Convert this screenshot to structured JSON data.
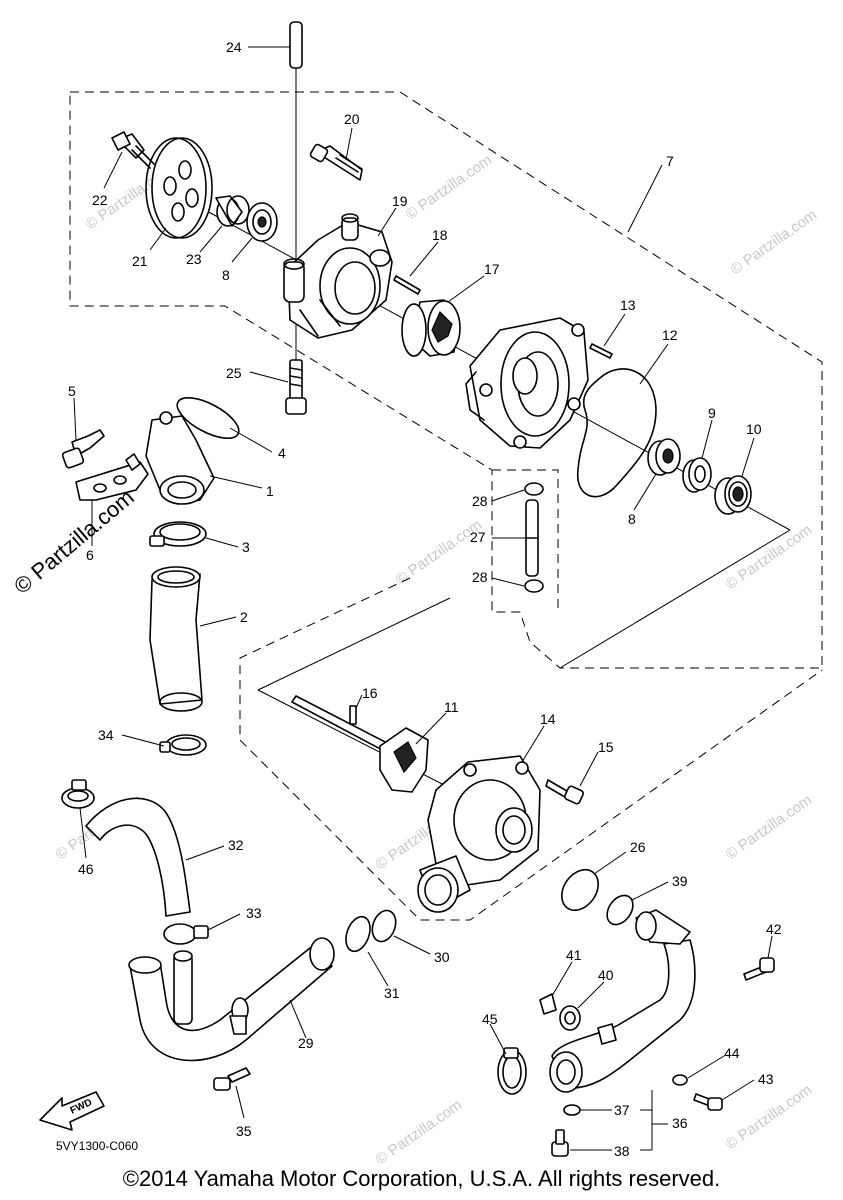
{
  "diagram": {
    "code": "5VY1300-C060",
    "fwd_label": "FWD",
    "copyright": "©2014 Yamaha Motor Corporation, U.S.A. All rights reserved.",
    "watermark_main": "© Partzilla.com",
    "watermark_faint": "© Partzilla.com",
    "callouts": [
      {
        "id": "24",
        "text": "24"
      },
      {
        "id": "20",
        "text": "20"
      },
      {
        "id": "7",
        "text": "7"
      },
      {
        "id": "19",
        "text": "19"
      },
      {
        "id": "22",
        "text": "22"
      },
      {
        "id": "18",
        "text": "18"
      },
      {
        "id": "21",
        "text": "21"
      },
      {
        "id": "23",
        "text": "23"
      },
      {
        "id": "8a",
        "text": "8"
      },
      {
        "id": "17",
        "text": "17"
      },
      {
        "id": "13",
        "text": "13"
      },
      {
        "id": "12",
        "text": "12"
      },
      {
        "id": "25",
        "text": "25"
      },
      {
        "id": "5",
        "text": "5"
      },
      {
        "id": "9",
        "text": "9"
      },
      {
        "id": "10",
        "text": "10"
      },
      {
        "id": "4",
        "text": "4"
      },
      {
        "id": "1",
        "text": "1"
      },
      {
        "id": "8b",
        "text": "8"
      },
      {
        "id": "28a",
        "text": "28"
      },
      {
        "id": "6",
        "text": "6"
      },
      {
        "id": "3",
        "text": "3"
      },
      {
        "id": "27",
        "text": "27"
      },
      {
        "id": "28b",
        "text": "28"
      },
      {
        "id": "2",
        "text": "2"
      },
      {
        "id": "16",
        "text": "16"
      },
      {
        "id": "11",
        "text": "11"
      },
      {
        "id": "14",
        "text": "14"
      },
      {
        "id": "34",
        "text": "34"
      },
      {
        "id": "15",
        "text": "15"
      },
      {
        "id": "32",
        "text": "32"
      },
      {
        "id": "26",
        "text": "26"
      },
      {
        "id": "46",
        "text": "46"
      },
      {
        "id": "39",
        "text": "39"
      },
      {
        "id": "33",
        "text": "33"
      },
      {
        "id": "42",
        "text": "42"
      },
      {
        "id": "30",
        "text": "30"
      },
      {
        "id": "41",
        "text": "41"
      },
      {
        "id": "40",
        "text": "40"
      },
      {
        "id": "31",
        "text": "31"
      },
      {
        "id": "29",
        "text": "29"
      },
      {
        "id": "45",
        "text": "45"
      },
      {
        "id": "44",
        "text": "44"
      },
      {
        "id": "43",
        "text": "43"
      },
      {
        "id": "37",
        "text": "37"
      },
      {
        "id": "36",
        "text": "36"
      },
      {
        "id": "35",
        "text": "35"
      },
      {
        "id": "38",
        "text": "38"
      }
    ]
  }
}
